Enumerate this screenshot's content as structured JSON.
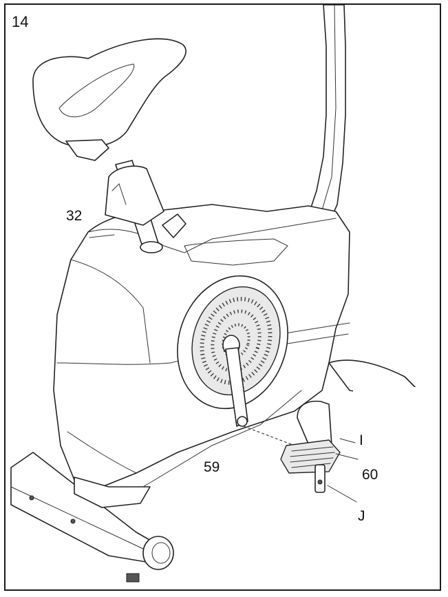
{
  "step_number": "14",
  "part_labels": {
    "seat_post": "32",
    "crank_arm": "59",
    "pedal": "60",
    "callout_i": "I",
    "callout_j": "J"
  },
  "icons": [
    "seat-icon",
    "handlebar-upright-icon",
    "flywheel-cover-icon",
    "pedal-icon",
    "stabilizer-icon"
  ]
}
